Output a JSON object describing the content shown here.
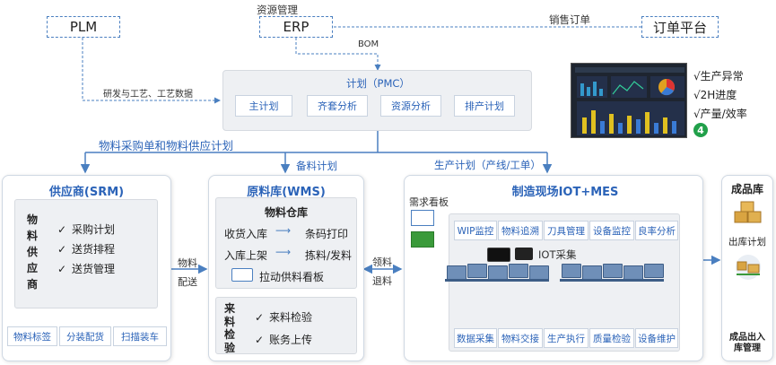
{
  "top": {
    "plm": "PLM",
    "erp": "ERP",
    "erp_caption": "资源管理",
    "order_platform": "订单平台",
    "sales_order": "销售订单",
    "bom": "BOM",
    "rd_data": "研发与工艺、工艺数据"
  },
  "plan": {
    "title": "计划（PMC）",
    "items": [
      "主计划",
      "齐套分析",
      "资源分析",
      "排产计划"
    ]
  },
  "dashboard": {
    "bullets": [
      "√生产异常",
      "√2H进度",
      "√产量/效率"
    ],
    "badge": "4"
  },
  "flows": {
    "purchase": "物料采购单和物料供应计划",
    "stock_plan": "备料计划",
    "production_plan": "生产计划（产线/工单）",
    "delivery": [
      "物料",
      "配送"
    ],
    "pick": [
      "领料",
      "退料"
    ]
  },
  "srm": {
    "title": "供应商(SRM)",
    "side_label": "物料供应商",
    "items": [
      "采购计划",
      "送货排程",
      "送货管理"
    ],
    "steps": [
      "物料标签",
      "分装配货",
      "扫描装车"
    ],
    "check": "✓"
  },
  "wms": {
    "title": "原料库(WMS)",
    "warehouse": "物料仓库",
    "rows": [
      [
        "收货入库",
        "条码打印"
      ],
      [
        "入库上架",
        "拣料/发料"
      ]
    ],
    "kanban": "拉动供料看板",
    "inspect_label": "来料检验",
    "inspect_items": [
      "来料检验",
      "账务上传"
    ],
    "check": "✓"
  },
  "mes": {
    "title": "制造现场IOT+MES",
    "demand_board": "需求看板",
    "top_modules": [
      "WIP监控",
      "物料追溯",
      "刀具管理",
      "设备监控",
      "良率分析"
    ],
    "iot": "IOT采集",
    "bottom_modules": [
      "数据采集",
      "物料交接",
      "生产执行",
      "质量检验",
      "设备维护"
    ]
  },
  "fg": {
    "title": "成品库",
    "out_plan": "出库计划",
    "io_manage": "成品出入库管理"
  },
  "colors": {
    "accent": "#2b63b8",
    "wire": "#4a7fc0",
    "badge": "#21a04a"
  }
}
